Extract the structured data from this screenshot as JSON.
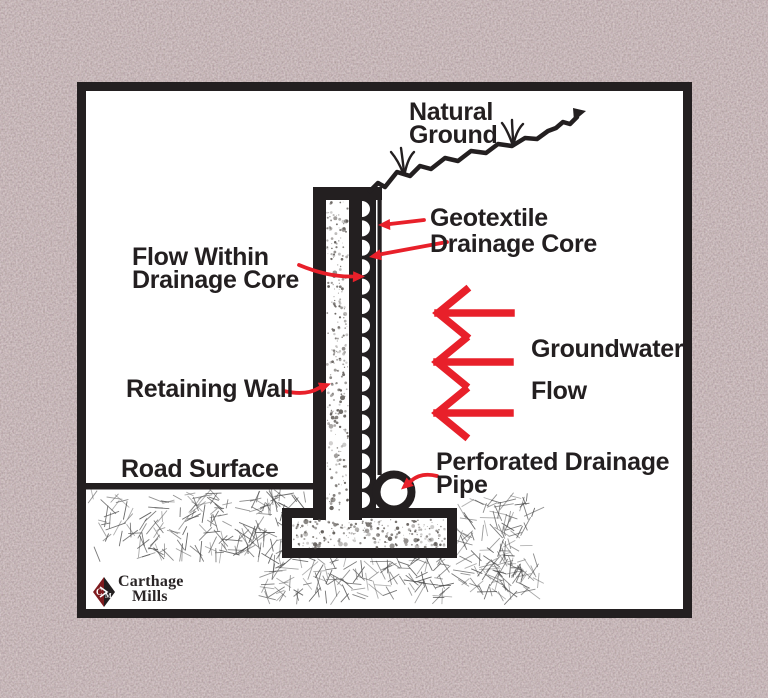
{
  "frame": {
    "bg_color": "#c7a2a3"
  },
  "panel": {
    "bg_color": "#ffffff",
    "border_color": "#231f20"
  },
  "colors": {
    "frame_bg": "#c7a2a3",
    "panel_bg": "#ffffff",
    "ink": "#231f20",
    "arrow_red": "#e8202a",
    "speck": "#57524e",
    "hatch": "#4b4b4b"
  },
  "labels": {
    "natural_ground": [
      "Natural",
      "Ground"
    ],
    "geotextile": "Geotextile",
    "drainage_core": "Drainage Core",
    "flow_within": [
      "Flow Within",
      "Drainage Core"
    ],
    "groundwater": "Groundwater",
    "flow": "Flow",
    "retaining_wall": "Retaining Wall",
    "road_surface": "Road Surface",
    "perforated_pipe": [
      "Perforated Drainage",
      "Pipe"
    ]
  },
  "logo": {
    "monogram_left": "C",
    "monogram_right": "M",
    "name_line1": "Carthage",
    "name_line2": "Mills"
  }
}
